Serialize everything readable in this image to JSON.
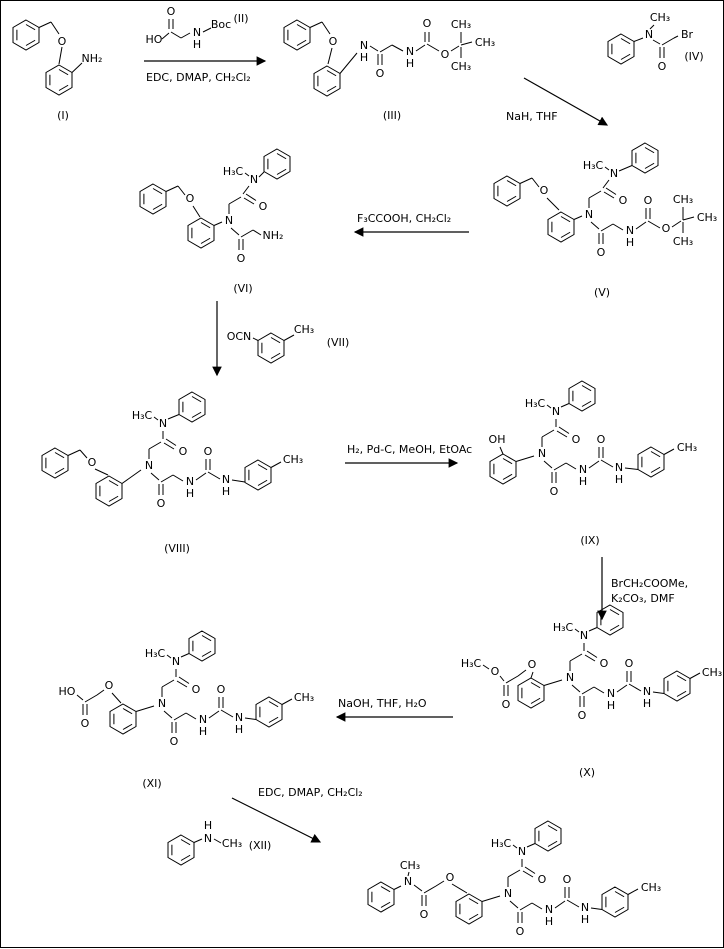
{
  "scheme": {
    "labels": {
      "i": "(I)",
      "ii": "(II)",
      "iii": "(III)",
      "iv": "(IV)",
      "v": "(V)",
      "vi": "(VI)",
      "vii": "(VII)",
      "viii": "(VIII)",
      "ix": "(IX)",
      "x": "(X)",
      "xi": "(XI)",
      "xii": "(XII)"
    },
    "conditions": {
      "step1": "EDC, DMAP, CH₂Cl₂",
      "step2": "NaH, THF",
      "step3": "F₃CCOOH, CH₂Cl₂",
      "step5": "H₂, Pd-C, MeOH, EtOAc",
      "step6a": "BrCH₂COOMe,",
      "step6b": "K₂CO₃, DMF",
      "step7": "NaOH, THF, H₂O",
      "step8": "EDC, DMAP, CH₂Cl₂"
    },
    "atoms": {
      "O": "O",
      "N": "N",
      "H": "H",
      "HO": "HO",
      "OH": "OH",
      "NH2": "NH₂",
      "CH3": "CH₃",
      "H3C": "H₃C",
      "Boc": "Boc",
      "Br": "Br",
      "OCN": "OCN"
    }
  }
}
